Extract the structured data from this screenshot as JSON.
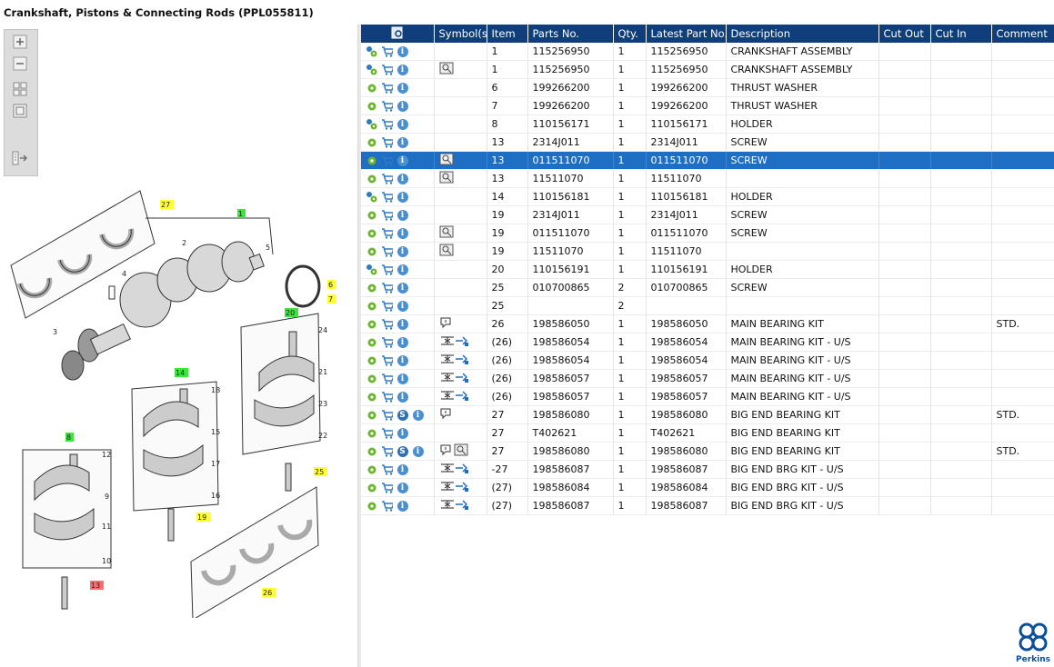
{
  "window": {
    "title": "Crankshaft, Pistons & Connecting Rods (PPL055811)"
  },
  "toolbar": {
    "buttons": [
      "zoom-in",
      "zoom-out",
      "fit-view",
      "actual-size",
      "toggle-panel"
    ]
  },
  "diagram": {
    "callouts": [
      {
        "label": "1",
        "color": "#39e639"
      },
      {
        "label": "2"
      },
      {
        "label": "3"
      },
      {
        "label": "4"
      },
      {
        "label": "5"
      },
      {
        "label": "6",
        "color": "#ffff33"
      },
      {
        "label": "7",
        "color": "#ffff33"
      },
      {
        "label": "8",
        "color": "#39e639"
      },
      {
        "label": "9"
      },
      {
        "label": "10"
      },
      {
        "label": "11"
      },
      {
        "label": "12"
      },
      {
        "label": "13",
        "color": "#ff6b6b"
      },
      {
        "label": "14",
        "color": "#39e639"
      },
      {
        "label": "15"
      },
      {
        "label": "16"
      },
      {
        "label": "17"
      },
      {
        "label": "18"
      },
      {
        "label": "19",
        "color": "#ffff33"
      },
      {
        "label": "20",
        "color": "#39e639"
      },
      {
        "label": "21"
      },
      {
        "label": "22"
      },
      {
        "label": "23"
      },
      {
        "label": "24"
      },
      {
        "label": "25",
        "color": "#ffff33"
      },
      {
        "label": "26",
        "color": "#ffff33"
      },
      {
        "label": "27",
        "color": "#ffff33"
      }
    ]
  },
  "grid": {
    "columns": [
      "",
      "Symbol(s)",
      "Item",
      "Parts No.",
      "Qty.",
      "Latest Part No.",
      "Description",
      "Cut Out",
      "Cut In",
      "Comment"
    ],
    "rows": [
      {
        "act": "gears",
        "sym": "",
        "item": "1",
        "part": "115256950",
        "qty": "1",
        "latest": "115256950",
        "desc": "CRANKSHAFT ASSEMBLY",
        "cutout": "",
        "cutin": "",
        "comment": ""
      },
      {
        "act": "gears",
        "sym": "book",
        "item": "1",
        "part": "115256950",
        "qty": "1",
        "latest": "115256950",
        "desc": "CRANKSHAFT ASSEMBLY",
        "cutout": "",
        "cutin": "",
        "comment": ""
      },
      {
        "act": "gear",
        "sym": "",
        "item": "6",
        "part": "199266200",
        "qty": "1",
        "latest": "199266200",
        "desc": "THRUST WASHER",
        "cutout": "",
        "cutin": "",
        "comment": ""
      },
      {
        "act": "gear",
        "sym": "",
        "item": "7",
        "part": "199266200",
        "qty": "1",
        "latest": "199266200",
        "desc": "THRUST WASHER",
        "cutout": "",
        "cutin": "",
        "comment": ""
      },
      {
        "act": "gears",
        "sym": "",
        "item": "8",
        "part": "110156171",
        "qty": "1",
        "latest": "110156171",
        "desc": "HOLDER",
        "cutout": "",
        "cutin": "",
        "comment": ""
      },
      {
        "act": "gear",
        "sym": "",
        "item": "13",
        "part": "2314J011",
        "qty": "1",
        "latest": "2314J011",
        "desc": "SCREW",
        "cutout": "",
        "cutin": "",
        "comment": ""
      },
      {
        "act": "gear",
        "sym": "book",
        "item": "13",
        "part": "011511070",
        "qty": "1",
        "latest": "011511070",
        "desc": "SCREW",
        "cutout": "",
        "cutin": "",
        "comment": "",
        "selected": true
      },
      {
        "act": "gear",
        "sym": "book",
        "item": "13",
        "part": "11511070",
        "qty": "1",
        "latest": "11511070",
        "desc": "",
        "cutout": "",
        "cutin": "",
        "comment": ""
      },
      {
        "act": "gears",
        "sym": "",
        "item": "14",
        "part": "110156181",
        "qty": "1",
        "latest": "110156181",
        "desc": "HOLDER",
        "cutout": "",
        "cutin": "",
        "comment": ""
      },
      {
        "act": "gear",
        "sym": "",
        "item": "19",
        "part": "2314J011",
        "qty": "1",
        "latest": "2314J011",
        "desc": "SCREW",
        "cutout": "",
        "cutin": "",
        "comment": ""
      },
      {
        "act": "gear",
        "sym": "book",
        "item": "19",
        "part": "011511070",
        "qty": "1",
        "latest": "011511070",
        "desc": "SCREW",
        "cutout": "",
        "cutin": "",
        "comment": ""
      },
      {
        "act": "gear",
        "sym": "book",
        "item": "19",
        "part": "11511070",
        "qty": "1",
        "latest": "11511070",
        "desc": "",
        "cutout": "",
        "cutin": "",
        "comment": ""
      },
      {
        "act": "gears",
        "sym": "",
        "item": "20",
        "part": "110156191",
        "qty": "1",
        "latest": "110156191",
        "desc": "HOLDER",
        "cutout": "",
        "cutin": "",
        "comment": ""
      },
      {
        "act": "gear",
        "sym": "",
        "item": "25",
        "part": "010700865",
        "qty": "2",
        "latest": "010700865",
        "desc": "SCREW",
        "cutout": "",
        "cutin": "",
        "comment": ""
      },
      {
        "act": "gear",
        "sym": "",
        "item": "25",
        "part": "",
        "qty": "2",
        "latest": "",
        "desc": "",
        "cutout": "",
        "cutin": "",
        "comment": ""
      },
      {
        "act": "gear",
        "sym": "balloon",
        "item": "26",
        "part": "198586050",
        "qty": "1",
        "latest": "198586050",
        "desc": "MAIN BEARING KIT",
        "cutout": "",
        "cutin": "",
        "comment": "STD."
      },
      {
        "act": "gear",
        "sym": "alt",
        "item": "(26)",
        "part": "198586054",
        "qty": "1",
        "latest": "198586054",
        "desc": "MAIN BEARING KIT - U/S",
        "cutout": "",
        "cutin": "",
        "comment": ""
      },
      {
        "act": "gear",
        "sym": "alt",
        "item": "(26)",
        "part": "198586054",
        "qty": "1",
        "latest": "198586054",
        "desc": "MAIN BEARING KIT - U/S",
        "cutout": "",
        "cutin": "",
        "comment": ""
      },
      {
        "act": "gear",
        "sym": "alt",
        "item": "(26)",
        "part": "198586057",
        "qty": "1",
        "latest": "198586057",
        "desc": "MAIN BEARING KIT - U/S",
        "cutout": "",
        "cutin": "",
        "comment": ""
      },
      {
        "act": "gear",
        "sym": "alt",
        "item": "(26)",
        "part": "198586057",
        "qty": "1",
        "latest": "198586057",
        "desc": "MAIN BEARING KIT - U/S",
        "cutout": "",
        "cutin": "",
        "comment": ""
      },
      {
        "act": "gearS",
        "sym": "balloon",
        "item": "27",
        "part": "198586080",
        "qty": "1",
        "latest": "198586080",
        "desc": "BIG END BEARING KIT",
        "cutout": "",
        "cutin": "",
        "comment": "STD."
      },
      {
        "act": "gear",
        "sym": "",
        "item": "27",
        "part": "T402621",
        "qty": "1",
        "latest": "T402621",
        "desc": "BIG END BEARING KIT",
        "cutout": "",
        "cutin": "",
        "comment": ""
      },
      {
        "act": "gearS",
        "sym": "balloonbook",
        "item": "27",
        "part": "198586080",
        "qty": "1",
        "latest": "198586080",
        "desc": "BIG END BEARING KIT",
        "cutout": "",
        "cutin": "",
        "comment": "STD."
      },
      {
        "act": "gear",
        "sym": "alt",
        "item": "-27",
        "part": "198586087",
        "qty": "1",
        "latest": "198586087",
        "desc": "BIG END BRG KIT - U/S",
        "cutout": "",
        "cutin": "",
        "comment": ""
      },
      {
        "act": "gear",
        "sym": "alt",
        "item": "(27)",
        "part": "198586084",
        "qty": "1",
        "latest": "198586084",
        "desc": "BIG END BRG KIT - U/S",
        "cutout": "",
        "cutin": "",
        "comment": ""
      },
      {
        "act": "gear",
        "sym": "alt",
        "item": "(27)",
        "part": "198586087",
        "qty": "1",
        "latest": "198586087",
        "desc": "BIG END BRG KIT - U/S",
        "cutout": "",
        "cutin": "",
        "comment": ""
      }
    ]
  },
  "brand": {
    "name": "Perkins",
    "color": "#0b4f9c"
  },
  "colors": {
    "header": "#0f3e7a",
    "selected": "#1e6fc3",
    "cart": "#2e7bc4",
    "gear": "#6bb52e"
  }
}
